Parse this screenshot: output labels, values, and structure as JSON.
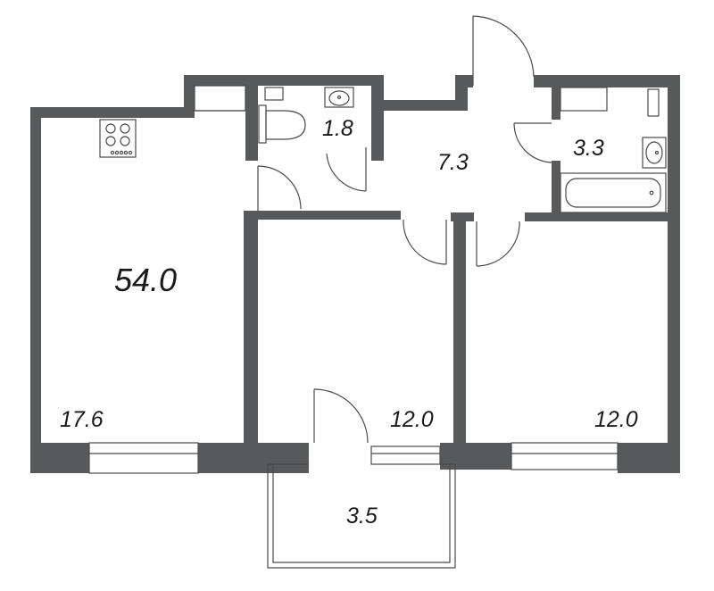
{
  "total_area": "54.0",
  "rooms": {
    "kitchen_living": "17.6",
    "toilet": "1.8",
    "hall": "7.3",
    "bathroom": "3.3",
    "bedroom_middle": "12.0",
    "bedroom_right": "12.0",
    "balcony": "3.5"
  },
  "colors": {
    "wall": "#58595b",
    "line": "#4a4a4a",
    "text": "#1a1a1a"
  }
}
